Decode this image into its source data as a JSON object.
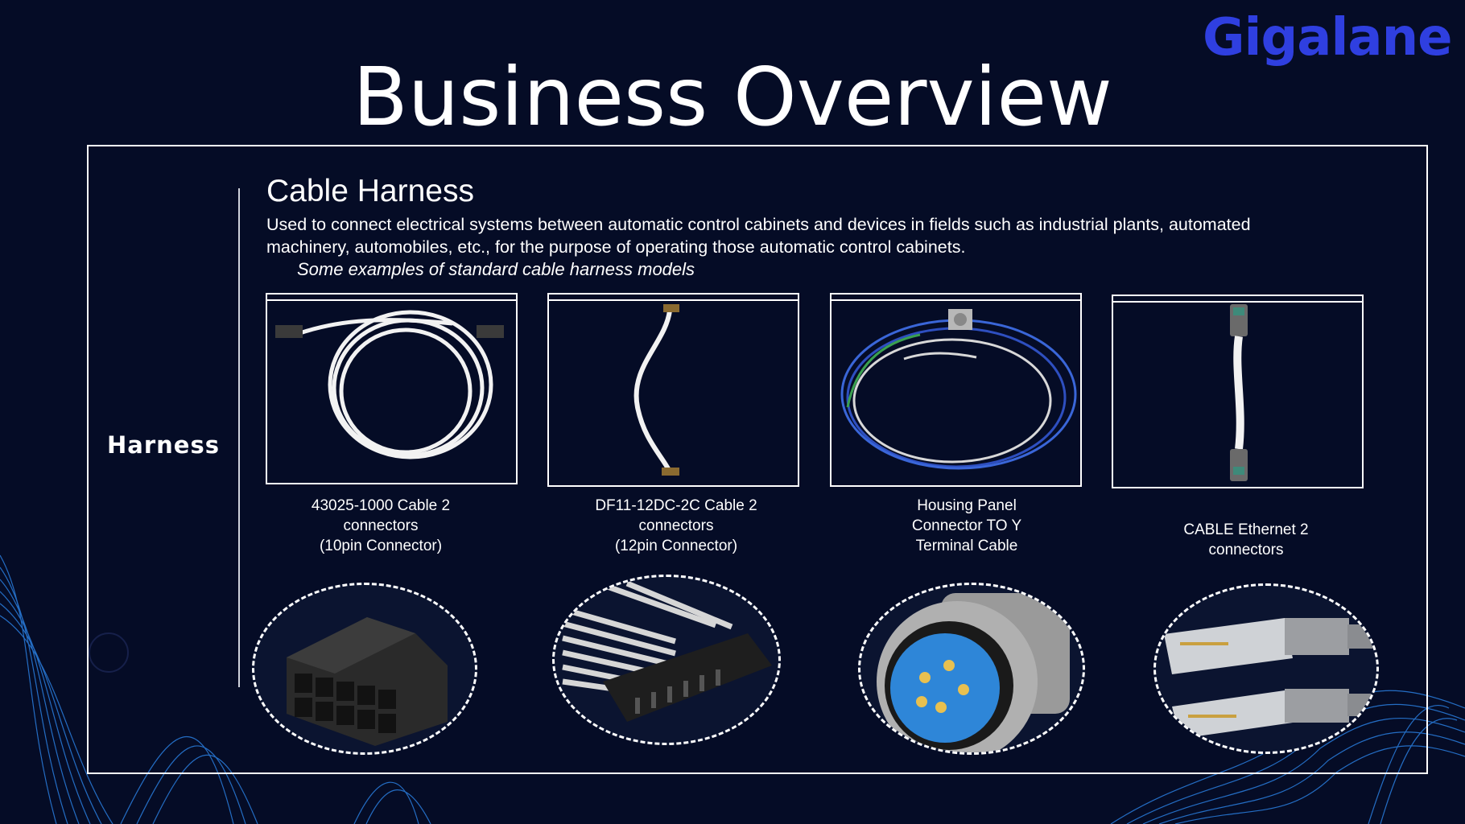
{
  "header": {
    "logo_text": "Gigalane",
    "title": "Business Overview"
  },
  "sidebar": {
    "label": "Harness"
  },
  "section": {
    "title": "Cable Harness",
    "description": "Used to connect electrical systems between automatic control cabinets and devices in fields such as industrial plants, automated machinery, automobiles, etc., for the purpose of operating those automatic control cabinets.",
    "examples_caption": "Some examples of standard cable harness models"
  },
  "products": [
    {
      "caption": [
        "43025-1000 Cable 2",
        "connectors",
        "(10pin Connector)"
      ],
      "icon": "white-coiled-cable-icon",
      "connector_icon": "10pin-connector-icon"
    },
    {
      "caption": [
        "DF11-12DC-2C Cable 2",
        "connectors",
        "(12pin Connector)"
      ],
      "icon": "white-short-cable-icon",
      "connector_icon": "12pin-connector-icon"
    },
    {
      "caption": [
        "Housing Panel",
        "Connector TO Y",
        "Terminal Cable"
      ],
      "icon": "blue-wire-cable-icon",
      "connector_icon": "circular-panel-connector-icon"
    },
    {
      "caption": [
        "CABLE Ethernet 2",
        "connectors"
      ],
      "icon": "ethernet-cable-icon",
      "connector_icon": "rj45-plug-icon"
    }
  ],
  "colors": {
    "background": "#050c26",
    "logo": "#2f3fe0",
    "wave": "#2a7fe0",
    "text": "#ffffff"
  }
}
